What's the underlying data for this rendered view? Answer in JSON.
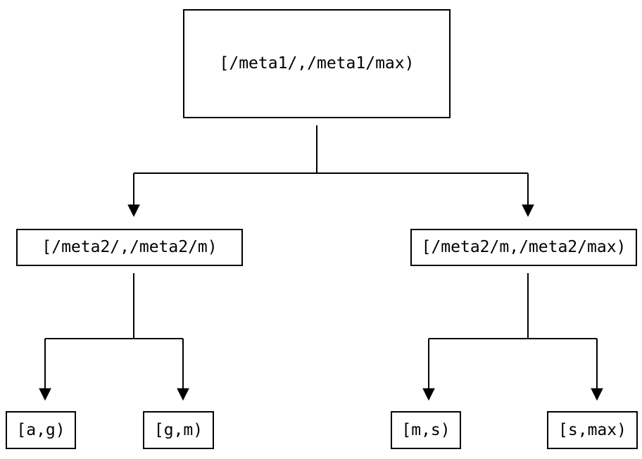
{
  "diagram": {
    "type": "binary-interval-tree",
    "colors": {
      "background": "#ffffff",
      "line": "#000000",
      "text": "#000000",
      "arrowhead": "#000000"
    },
    "nodes": {
      "root": {
        "label": "[/meta1/,/meta1/max)"
      },
      "meta2_low": {
        "label": "[/meta2/,/meta2/m)"
      },
      "meta2_high": {
        "label": "[/meta2/m,/meta2/max)"
      },
      "leaf_a_g": {
        "label": "[a,g)"
      },
      "leaf_g_m": {
        "label": "[g,m)"
      },
      "leaf_m_s": {
        "label": "[m,s)"
      },
      "leaf_s_max": {
        "label": "[s,max)"
      }
    },
    "edges": [
      {
        "from": "root",
        "to": "meta2_low"
      },
      {
        "from": "root",
        "to": "meta2_high"
      },
      {
        "from": "meta2_low",
        "to": "leaf_a_g"
      },
      {
        "from": "meta2_low",
        "to": "leaf_g_m"
      },
      {
        "from": "meta2_high",
        "to": "leaf_m_s"
      },
      {
        "from": "meta2_high",
        "to": "leaf_s_max"
      }
    ]
  }
}
